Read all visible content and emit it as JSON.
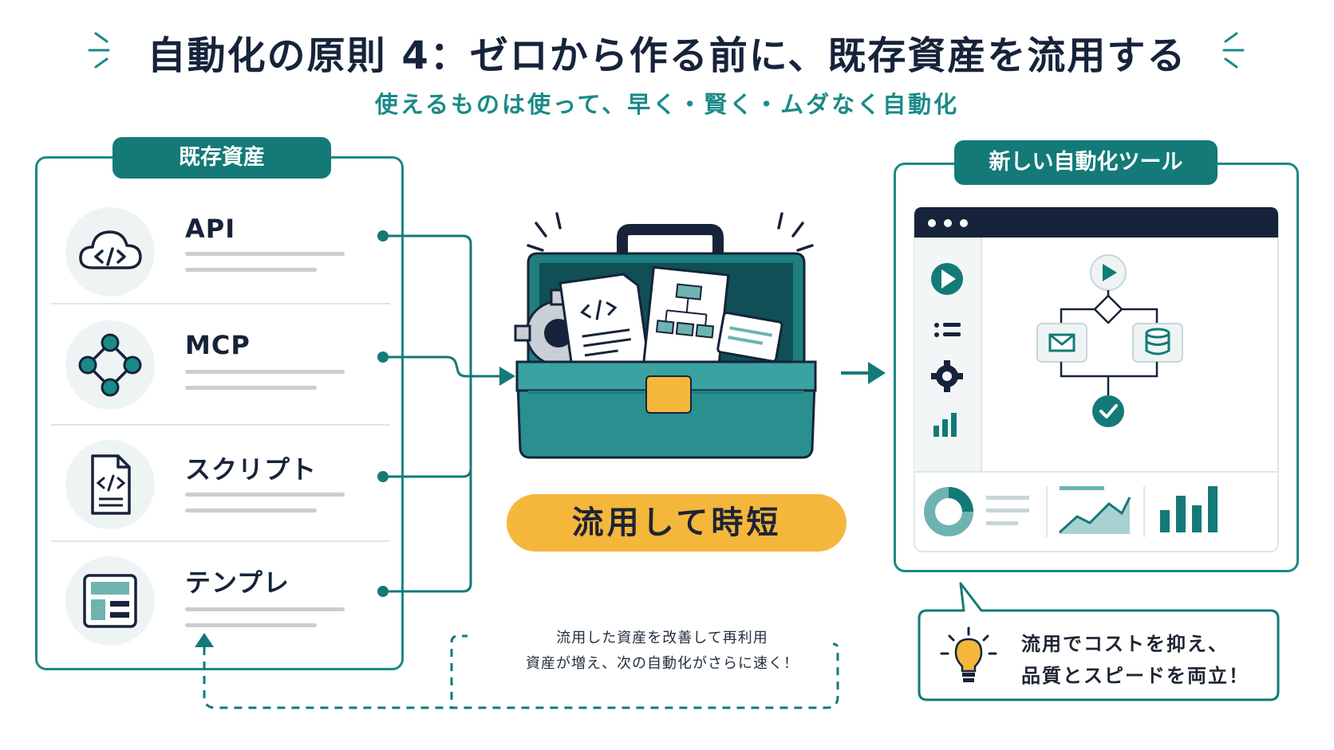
{
  "header": {
    "title": "自動化の原則 4：ゼロから作る前に、既存資産を流用する",
    "subtitle": "使えるものは使って、早く・賢く・ムダなく自動化"
  },
  "existing_assets": {
    "title": "既存資産",
    "items": [
      {
        "label": "API",
        "icon": "cloud-code-icon"
      },
      {
        "label": "MCP",
        "icon": "network-nodes-icon"
      },
      {
        "label": "スクリプト",
        "icon": "code-file-icon"
      },
      {
        "label": "テンプレ",
        "icon": "template-layout-icon"
      }
    ]
  },
  "toolbox": {
    "label": "流用して時短"
  },
  "new_tool": {
    "title": "新しい自動化ツール"
  },
  "cycle_note": {
    "line1": "流用した資産を改善して再利用",
    "line2": "資産が増え、次の自動化がさらに速く！"
  },
  "callout": {
    "line1": "流用でコストを抑え、",
    "line2": "品質とスピードを両立！"
  },
  "colors": {
    "teal": "#1a8a88",
    "dark_teal": "#137a78",
    "navy": "#16233a",
    "yellow": "#f4b73c"
  }
}
